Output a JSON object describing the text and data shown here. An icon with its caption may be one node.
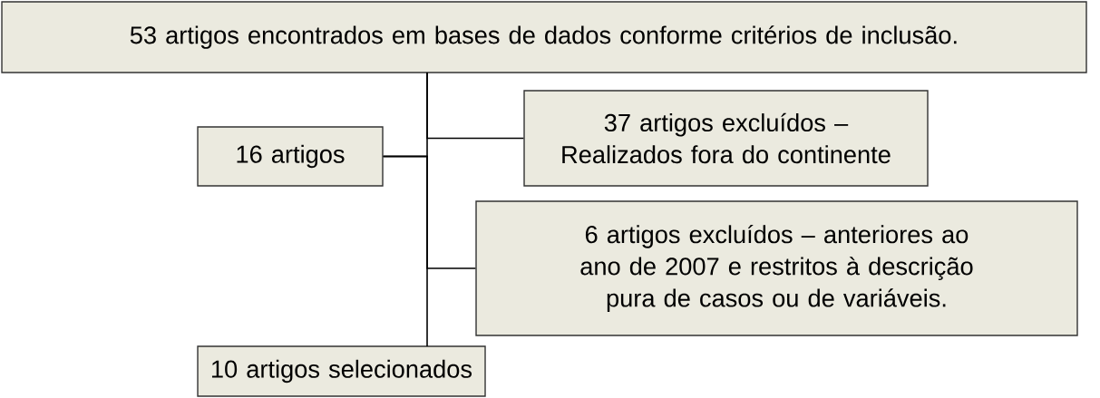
{
  "diagram": {
    "nodes": [
      {
        "text": [
          "53 artigos encontrados em bases de dados conforme critérios de inclusão."
        ]
      },
      {
        "text": [
          "37 artigos excluídos – Realizados fora do continente"
        ]
      },
      {
        "text": [
          "16 artigos"
        ]
      },
      {
        "text": [
          "6 artigos excluídos – anteriores ao ano de 2007 e restritos à descrição pura de casos ou de variáveis."
        ]
      },
      {
        "text": [
          "10 artigos selecionados"
        ]
      }
    ],
    "edges": [
      {
        "from": 0,
        "to": 1,
        "arrow": "none"
      },
      {
        "from": 0,
        "to": 2,
        "arrow": "none"
      },
      {
        "from": 2,
        "to": 3,
        "arrow": "none"
      },
      {
        "from": 2,
        "to": 4,
        "arrow": "none"
      }
    ]
  }
}
